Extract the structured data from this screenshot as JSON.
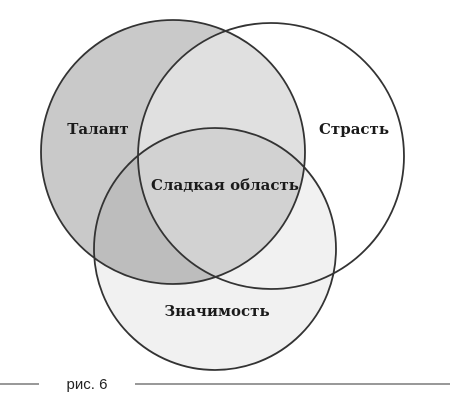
{
  "diagram": {
    "type": "venn",
    "sets": [
      {
        "label": "Талант",
        "fill": "#c9c9c9"
      },
      {
        "label": "Страсть",
        "fill": "#ffffff"
      },
      {
        "label": "Значимость",
        "fill": "#f1f1f1"
      }
    ],
    "center_label": "Сладкая область",
    "stroke": "#333333",
    "caption": "рис. 6"
  }
}
